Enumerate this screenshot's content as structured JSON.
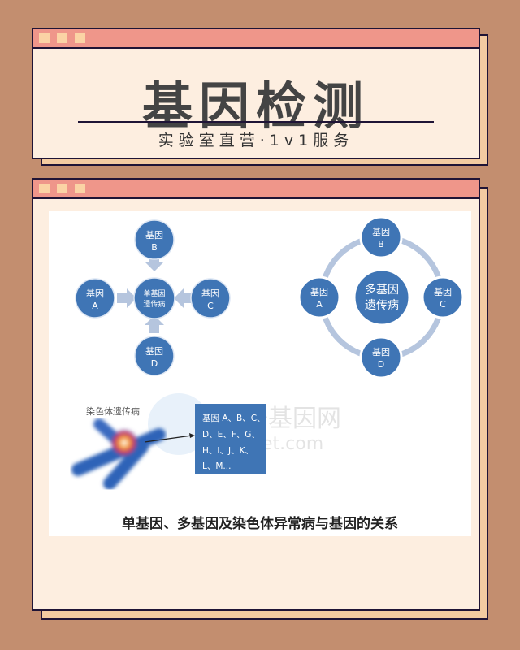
{
  "header": {
    "title": "基因检测",
    "subtitle": "实验室直营·1v1服务"
  },
  "figure": {
    "single": {
      "center": [
        "单基因",
        "遗传病"
      ],
      "genes": [
        {
          "l1": "基因",
          "l2": "B"
        },
        {
          "l1": "基因",
          "l2": "A"
        },
        {
          "l1": "基因",
          "l2": "C"
        },
        {
          "l1": "基因",
          "l2": "D"
        }
      ]
    },
    "multi": {
      "center": [
        "多基因",
        "遗传病"
      ],
      "genes": [
        {
          "l1": "基因",
          "l2": "B"
        },
        {
          "l1": "基因",
          "l2": "A"
        },
        {
          "l1": "基因",
          "l2": "C"
        },
        {
          "l1": "基因",
          "l2": "D"
        }
      ]
    },
    "chromosome_label": "染色体遗传病",
    "gene_box": [
      "基因 A、B、C、",
      "D、E、F、G、",
      "H、I、J、K、",
      "L、M..."
    ],
    "watermark": [
      "好基因网",
      "hjynet.com"
    ],
    "caption": "单基因、多基因及染色体异常病与基因的关系"
  },
  "colors": {
    "node": "#3f75b5",
    "connector": "#b5c5de",
    "bar": "#ef968a",
    "card": "#fdeee0",
    "background": "#c38e6f"
  }
}
